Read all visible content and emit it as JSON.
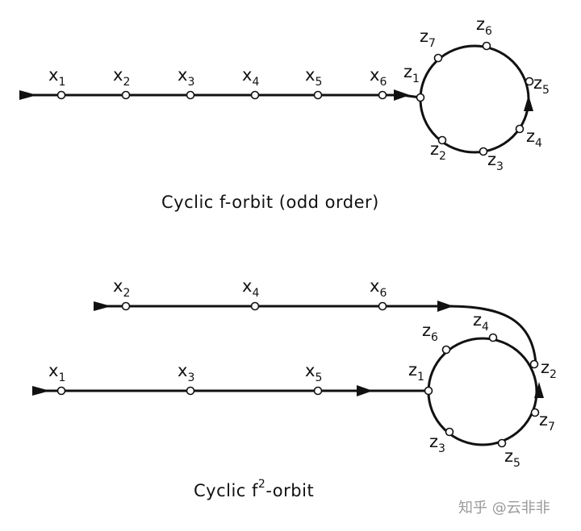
{
  "top": {
    "caption": "Cyclic f-orbit (odd order)",
    "path_labels": [
      {
        "base": "x",
        "sub": "1"
      },
      {
        "base": "x",
        "sub": "2"
      },
      {
        "base": "x",
        "sub": "3"
      },
      {
        "base": "x",
        "sub": "4"
      },
      {
        "base": "x",
        "sub": "5"
      },
      {
        "base": "x",
        "sub": "6"
      }
    ],
    "cycle_labels": [
      {
        "base": "z",
        "sub": "1"
      },
      {
        "base": "z",
        "sub": "2"
      },
      {
        "base": "z",
        "sub": "3"
      },
      {
        "base": "z",
        "sub": "4"
      },
      {
        "base": "z",
        "sub": "5"
      },
      {
        "base": "z",
        "sub": "6"
      },
      {
        "base": "z",
        "sub": "7"
      }
    ]
  },
  "bottom": {
    "caption_main": "Cyclic f",
    "caption_sup": "2",
    "caption_tail": "-orbit",
    "upper_path_labels": [
      {
        "base": "x",
        "sub": "2"
      },
      {
        "base": "x",
        "sub": "4"
      },
      {
        "base": "x",
        "sub": "6"
      }
    ],
    "lower_path_labels": [
      {
        "base": "x",
        "sub": "1"
      },
      {
        "base": "x",
        "sub": "3"
      },
      {
        "base": "x",
        "sub": "5"
      }
    ],
    "cycle_labels": [
      {
        "base": "z",
        "sub": "1"
      },
      {
        "base": "z",
        "sub": "2"
      },
      {
        "base": "z",
        "sub": "3"
      },
      {
        "base": "z",
        "sub": "4"
      },
      {
        "base": "z",
        "sub": "5"
      },
      {
        "base": "z",
        "sub": "6"
      },
      {
        "base": "z",
        "sub": "7"
      }
    ]
  },
  "watermark": "知乎 @云非非"
}
